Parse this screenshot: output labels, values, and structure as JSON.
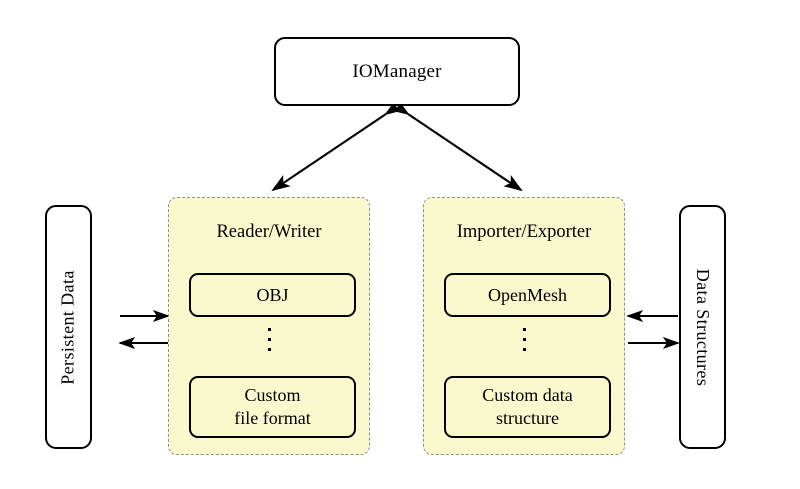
{
  "diagram": {
    "title_node": {
      "label": "IOManager"
    },
    "side_nodes": [
      {
        "name": "persistent-data",
        "label": "Persistent Data",
        "orientation": "vertical-up"
      },
      {
        "name": "data-structures",
        "label": "Data Structures",
        "orientation": "vertical-down"
      }
    ],
    "groups": [
      {
        "name": "reader-writer",
        "title": "Reader/Writer",
        "items": [
          {
            "label": "OBJ"
          },
          {
            "label": "Custom\nfile format",
            "line1": "Custom",
            "line2": "file format"
          }
        ],
        "ellipsis": "⋮"
      },
      {
        "name": "importer-exporter",
        "title": "Importer/Exporter",
        "items": [
          {
            "label": "OpenMesh"
          },
          {
            "label": "Custom data\nstructure",
            "line1": "Custom data",
            "line2": "structure"
          }
        ],
        "ellipsis": "⋮"
      }
    ],
    "connections": [
      {
        "name": "manager-to-reader-writer",
        "type": "double-arrow",
        "from": "IOManager",
        "to": "Reader/Writer"
      },
      {
        "name": "manager-to-importer-exporter",
        "type": "double-arrow",
        "from": "IOManager",
        "to": "Importer/Exporter"
      },
      {
        "name": "persistent-data-to-reader-writer",
        "type": "arrow",
        "from": "Persistent Data",
        "to": "Reader/Writer"
      },
      {
        "name": "reader-writer-to-persistent-data",
        "type": "arrow",
        "from": "Reader/Writer",
        "to": "Persistent Data"
      },
      {
        "name": "data-structures-to-importer-exporter",
        "type": "arrow",
        "from": "Data Structures",
        "to": "Importer/Exporter"
      },
      {
        "name": "importer-exporter-to-data-structures",
        "type": "arrow",
        "from": "Importer/Exporter",
        "to": "Data Structures"
      }
    ],
    "colors": {
      "panel_fill": "#faf9cd",
      "panel_border": "#8f8f8f",
      "node_stroke": "#000000",
      "background": "#ffffff"
    }
  }
}
